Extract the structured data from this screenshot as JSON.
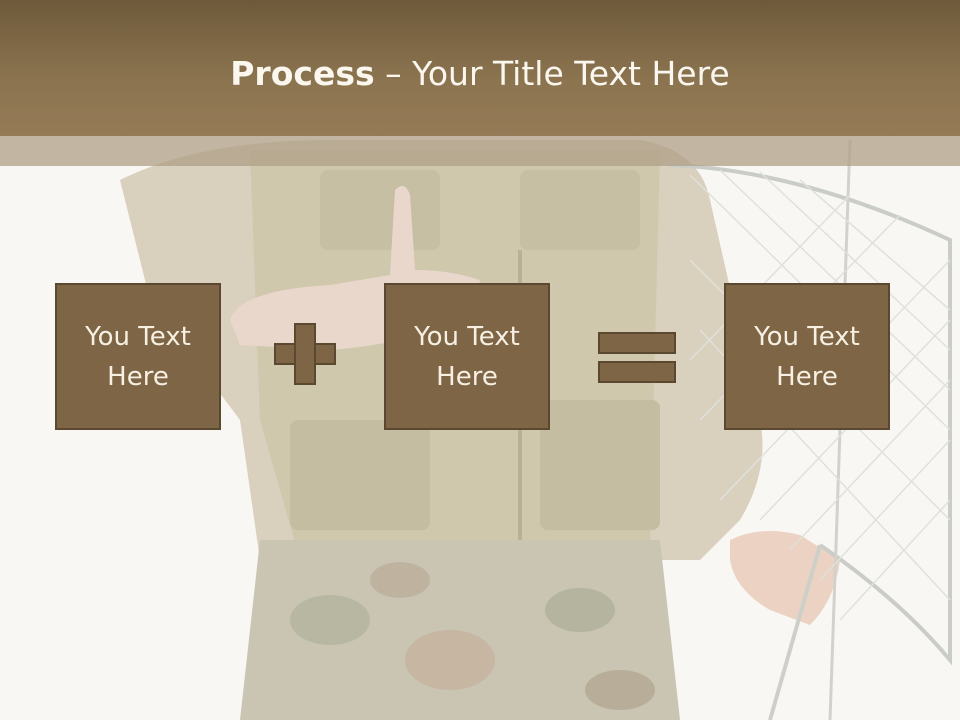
{
  "slide": {
    "title_bold": "Process",
    "title_separator": " – ",
    "title_rest": "Your Title Text Here"
  },
  "process": {
    "boxes": [
      "You Text Here",
      "You Text Here",
      "You Text Here"
    ],
    "operators": [
      "plus-icon",
      "equals-icon"
    ]
  },
  "colors": {
    "header": "#8c7450",
    "box_fill": "#7d6545",
    "box_border": "#5a4830",
    "text_light": "#f6efe2"
  },
  "background_image": "fisherman-with-landing-net"
}
